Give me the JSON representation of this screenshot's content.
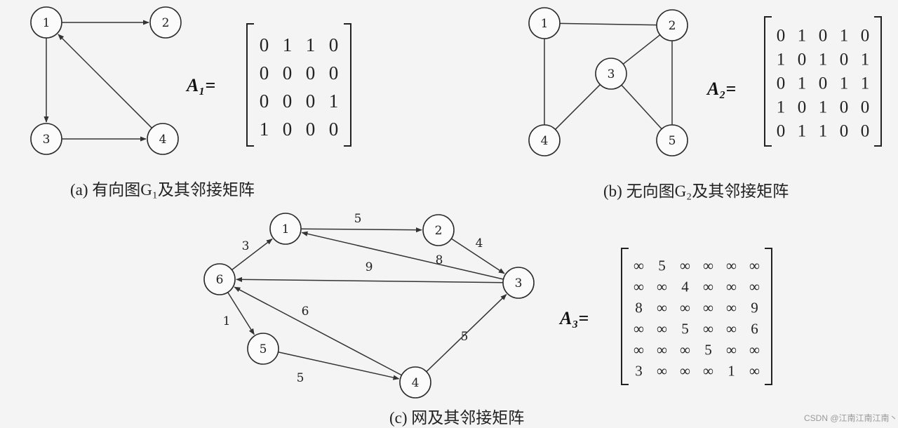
{
  "figure_a": {
    "caption": "(a) 有向图G₁及其邻接矩阵",
    "matrix_label": "A₁=",
    "nodes": [
      "1",
      "2",
      "3",
      "4"
    ],
    "edges": [
      [
        "1",
        "2"
      ],
      [
        "1",
        "3"
      ],
      [
        "3",
        "4"
      ],
      [
        "4",
        "1"
      ]
    ],
    "matrix": [
      [
        "0",
        "1",
        "1",
        "0"
      ],
      [
        "0",
        "0",
        "0",
        "0"
      ],
      [
        "0",
        "0",
        "0",
        "1"
      ],
      [
        "1",
        "0",
        "0",
        "0"
      ]
    ]
  },
  "figure_b": {
    "caption": "(b) 无向图G₂及其邻接矩阵",
    "matrix_label": "A₂=",
    "nodes": [
      "1",
      "2",
      "3",
      "4",
      "5"
    ],
    "edges": [
      [
        "1",
        "2"
      ],
      [
        "1",
        "4"
      ],
      [
        "2",
        "3"
      ],
      [
        "2",
        "5"
      ],
      [
        "3",
        "4"
      ],
      [
        "3",
        "5"
      ]
    ],
    "matrix": [
      [
        "0",
        "1",
        "0",
        "1",
        "0"
      ],
      [
        "1",
        "0",
        "1",
        "0",
        "1"
      ],
      [
        "0",
        "1",
        "0",
        "1",
        "1"
      ],
      [
        "1",
        "0",
        "1",
        "0",
        "0"
      ],
      [
        "0",
        "1",
        "1",
        "0",
        "0"
      ]
    ]
  },
  "figure_c": {
    "caption": "(c) 网及其邻接矩阵",
    "matrix_label": "A₃=",
    "nodes": [
      "1",
      "2",
      "3",
      "4",
      "5",
      "6"
    ],
    "edges": [
      {
        "from": "1",
        "to": "2",
        "weight": "5"
      },
      {
        "from": "2",
        "to": "3",
        "weight": "4"
      },
      {
        "from": "3",
        "to": "1",
        "weight": "8"
      },
      {
        "from": "3",
        "to": "6",
        "weight": "9"
      },
      {
        "from": "6",
        "to": "1",
        "weight": "3"
      },
      {
        "from": "6",
        "to": "5",
        "weight": "1"
      },
      {
        "from": "5",
        "to": "4",
        "weight": "5"
      },
      {
        "from": "4",
        "to": "6",
        "weight": "6"
      },
      {
        "from": "4",
        "to": "3",
        "weight": "5"
      }
    ],
    "matrix": [
      [
        "∞",
        "5",
        "∞",
        "∞",
        "∞",
        "∞"
      ],
      [
        "∞",
        "∞",
        "4",
        "∞",
        "∞",
        "∞"
      ],
      [
        "8",
        "∞",
        "∞",
        "∞",
        "∞",
        "9"
      ],
      [
        "∞",
        "∞",
        "5",
        "∞",
        "∞",
        "6"
      ],
      [
        "∞",
        "∞",
        "∞",
        "5",
        "∞",
        "∞"
      ],
      [
        "3",
        "∞",
        "∞",
        "∞",
        "1",
        "∞"
      ]
    ]
  },
  "watermark": "CSDN @江南江南江南丶"
}
